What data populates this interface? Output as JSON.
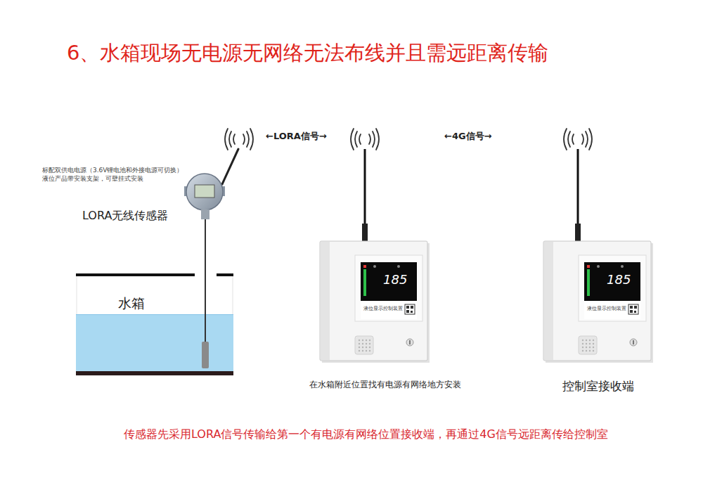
{
  "diagram": {
    "title": "6、水箱现场无电源无网络无法布线并且需远距离传输",
    "caption": "传感器先采用LORA信号传输给第一个有电源有网络位置接收端，再通过4G信号远距离传给控制室",
    "nodes": [
      {
        "text": [
          "LORA无线传感器"
        ]
      },
      {
        "text": [
          "水箱"
        ]
      },
      {
        "text": [
          "185",
          "液位显示控制装置",
          "在水箱附近位置找有电源有网络地方安装"
        ]
      },
      {
        "text": [
          "185",
          "液位显示控制装置",
          "控制室接收端"
        ]
      }
    ],
    "labels": [
      "标配双供电电源（3.6V锂电池和外接电源可切换）",
      "液位产品带安装支架，可壁挂式安装",
      "←LORA信号→",
      "←4G信号→"
    ]
  }
}
